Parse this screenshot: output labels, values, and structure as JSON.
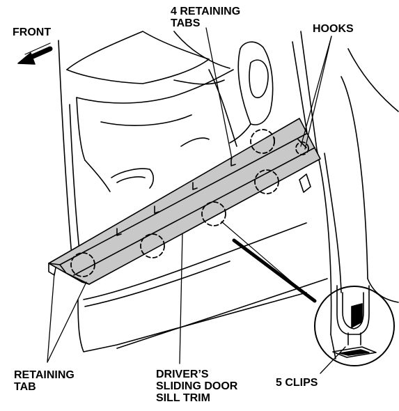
{
  "labels": {
    "front": "FRONT",
    "retaining_tabs": [
      "4 RETAINING",
      "TABS"
    ],
    "hooks": "HOOKS",
    "retaining_tab": [
      "RETAINING",
      "TAB"
    ],
    "trim": [
      "DRIVER’S",
      "SLIDING DOOR",
      "SILL TRIM"
    ],
    "clips": "5 CLIPS"
  },
  "colors": {
    "trim_fill": "#c8c8c8",
    "line": "#000000"
  }
}
